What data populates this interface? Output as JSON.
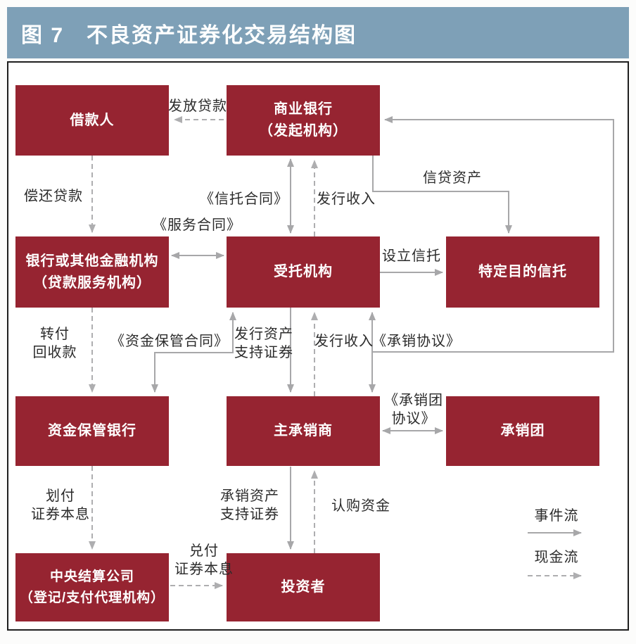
{
  "title": "图 7　不良资产证券化交易结构图",
  "nodes": {
    "borrower": "借款人",
    "commercial_bank": "商业银行\n（发起机构）",
    "loan_servicer": "银行或其他金融机构\n（贷款服务机构）",
    "trustee": "受托机构",
    "special_purpose_trust": "特定目的信托",
    "custodian_bank": "资金保管银行",
    "lead_underwriter": "主承销商",
    "underwriting_syndicate": "承销团",
    "central_clearing": "中央结算公司\n（登记/支付代理机构）",
    "investors": "投资者"
  },
  "edge_labels": {
    "issue_loans": "发放贷款",
    "repay_loans": "偿还贷款",
    "trust_contract": "《信托合同》",
    "issuance_income_top": "发行收入",
    "credit_assets": "信贷资产",
    "service_contract": "《服务合同》",
    "establish_trust": "设立信托",
    "transfer_collections": "转付\n回收款",
    "fund_custody_contract": "《资金保管合同》",
    "issue_abs": "发行资产\n支持证券",
    "issuance_income_mid": "发行收入",
    "underwriting_agreement": "《承销协议》",
    "syndicate_agreement": "《承销团\n协议》",
    "transfer_principal_interest": "划付\n证券本息",
    "underwrite_abs": "承销资产\n支持证券",
    "subscription_funds": "认购资金",
    "redeem_principal_interest": "兑付\n证券本息"
  },
  "legend": {
    "event_flow": "事件流",
    "cash_flow": "现金流"
  },
  "colors": {
    "node_fill": "#962431",
    "title_bar": "#7EA0B7",
    "solid_arrow": "#a7a7a9",
    "dashed_arrow": "#aeaeb0",
    "border": "#1f1f1f",
    "label_text": "#2b2b2b"
  }
}
